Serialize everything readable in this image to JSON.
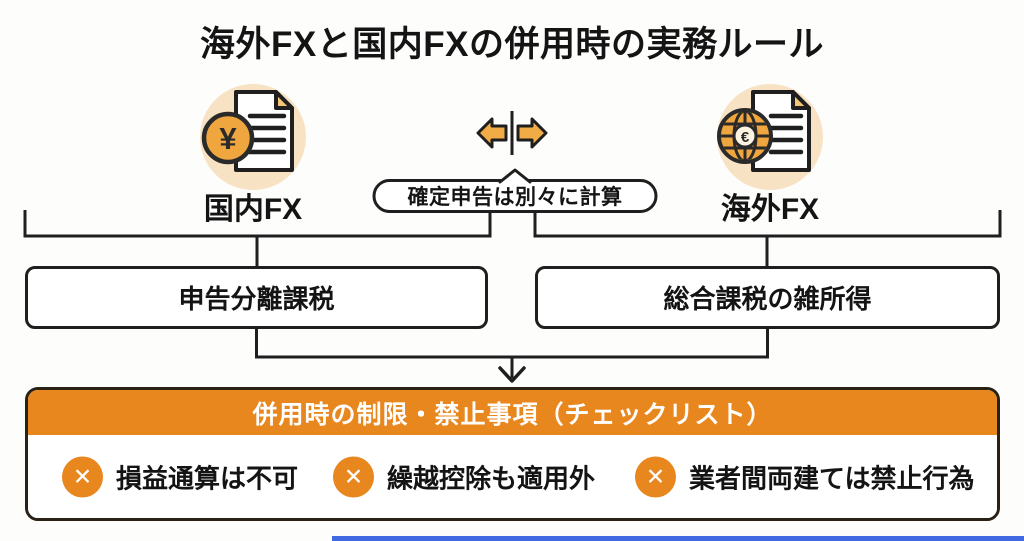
{
  "diagram": {
    "title": "海外FXと国内FXの併用時の実務ルール",
    "left_entity": {
      "label": "国内FX",
      "icon": "document-with-yen-coin"
    },
    "right_entity": {
      "label": "海外FX",
      "icon": "document-with-globe"
    },
    "separator_note": "確定申告は別々に計算",
    "left_tax_box": "申告分離課税",
    "right_tax_box": "総合課税の雑所得",
    "checklist": {
      "header": "併用時の制限・禁止事項（チェックリスト）",
      "items": [
        {
          "label": "損益通算は不可"
        },
        {
          "label": "繰越控除も適用外"
        },
        {
          "label": "業者間両建ては禁止行為"
        }
      ]
    },
    "icons": {
      "yen_symbol": "¥",
      "globe_currency_symbol": "€",
      "cross_mark": "✕"
    },
    "colors": {
      "accent_orange": "#E8871E",
      "arrow_orange": "#F2AC46",
      "coin_orange": "#F0A63E",
      "fold_tan": "#F5C577",
      "peach": "#F8E2C4",
      "cream": "#FCF3E0",
      "line": "#1F1F1F",
      "bottom_bar_blue": "#4169E1"
    }
  }
}
